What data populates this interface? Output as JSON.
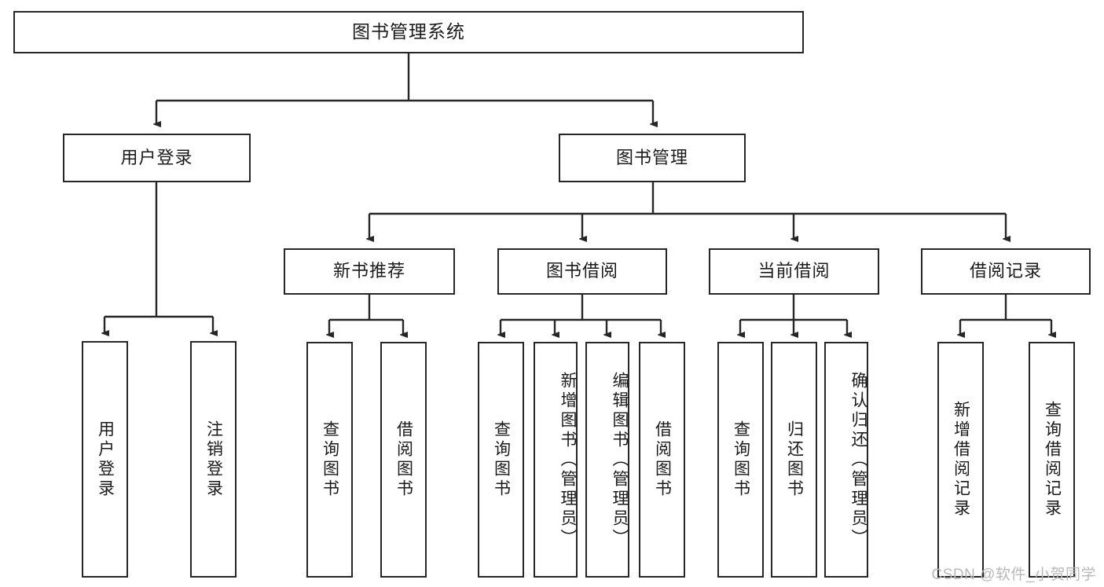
{
  "diagram": {
    "title": "图书管理系统",
    "type": "tree-hierarchy",
    "levels": 4,
    "colors": {
      "border": "#262626",
      "background": "#ffffff",
      "text": "#1a1a1a",
      "watermark": "#b9b9b9"
    },
    "root": {
      "label": "图书管理系统"
    },
    "level2": [
      {
        "label": "用户登录"
      },
      {
        "label": "图书管理"
      }
    ],
    "level3": [
      {
        "label": "新书推荐"
      },
      {
        "label": "图书借阅"
      },
      {
        "label": "当前借阅"
      },
      {
        "label": "借阅记录"
      }
    ],
    "leaves": {
      "user_login": [
        {
          "label": "用户登录"
        },
        {
          "label": "注销登录"
        }
      ],
      "new_book_recommend": [
        {
          "label": "查询图书"
        },
        {
          "label": "借阅图书"
        }
      ],
      "book_borrow": [
        {
          "label": "查询图书"
        },
        {
          "label": "新增图书（管理员）"
        },
        {
          "label": "编辑图书（管理员）"
        },
        {
          "label": "借阅图书"
        }
      ],
      "current_borrow": [
        {
          "label": "查询图书"
        },
        {
          "label": "归还图书"
        },
        {
          "label": "确认归还（管理员）"
        }
      ],
      "borrow_record": [
        {
          "label": "新增借阅记录"
        },
        {
          "label": "查询借阅记录"
        }
      ]
    }
  },
  "watermark": {
    "text": "CSDN @软件_小贺同学"
  }
}
